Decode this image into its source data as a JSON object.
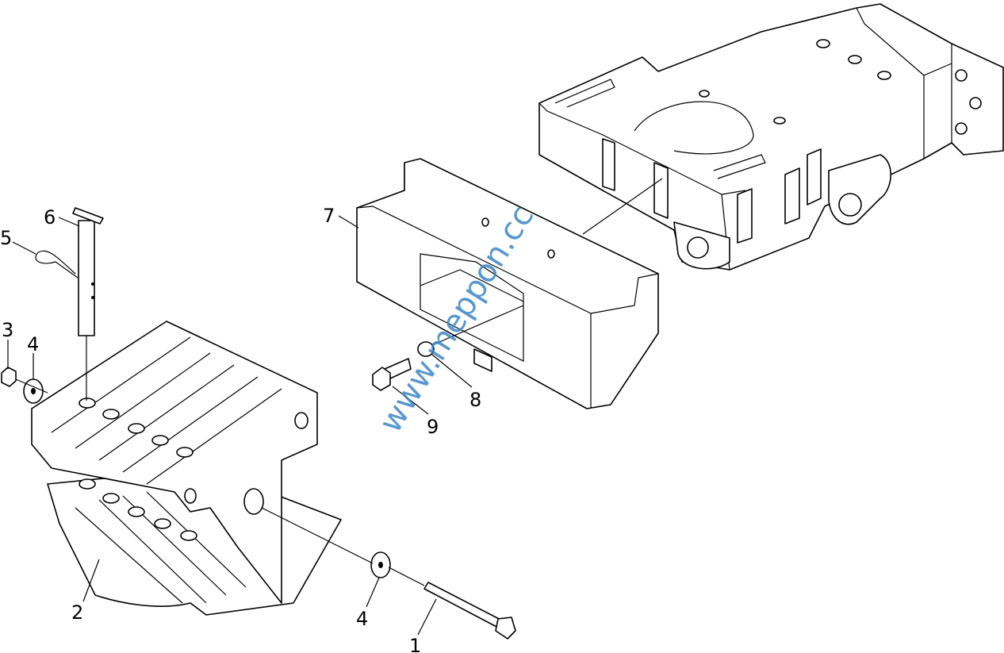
{
  "diagram": {
    "title": "Front ballast weight assembly exploded view",
    "callouts": [
      {
        "id": "1",
        "text": "1"
      },
      {
        "id": "2",
        "text": "2"
      },
      {
        "id": "3",
        "text": "3"
      },
      {
        "id": "4a",
        "text": "4"
      },
      {
        "id": "4b",
        "text": "4"
      },
      {
        "id": "5",
        "text": "5"
      },
      {
        "id": "6",
        "text": "6"
      },
      {
        "id": "7",
        "text": "7"
      },
      {
        "id": "8",
        "text": "8"
      },
      {
        "id": "9",
        "text": "9"
      }
    ],
    "watermark": "www.meppon.cc"
  }
}
